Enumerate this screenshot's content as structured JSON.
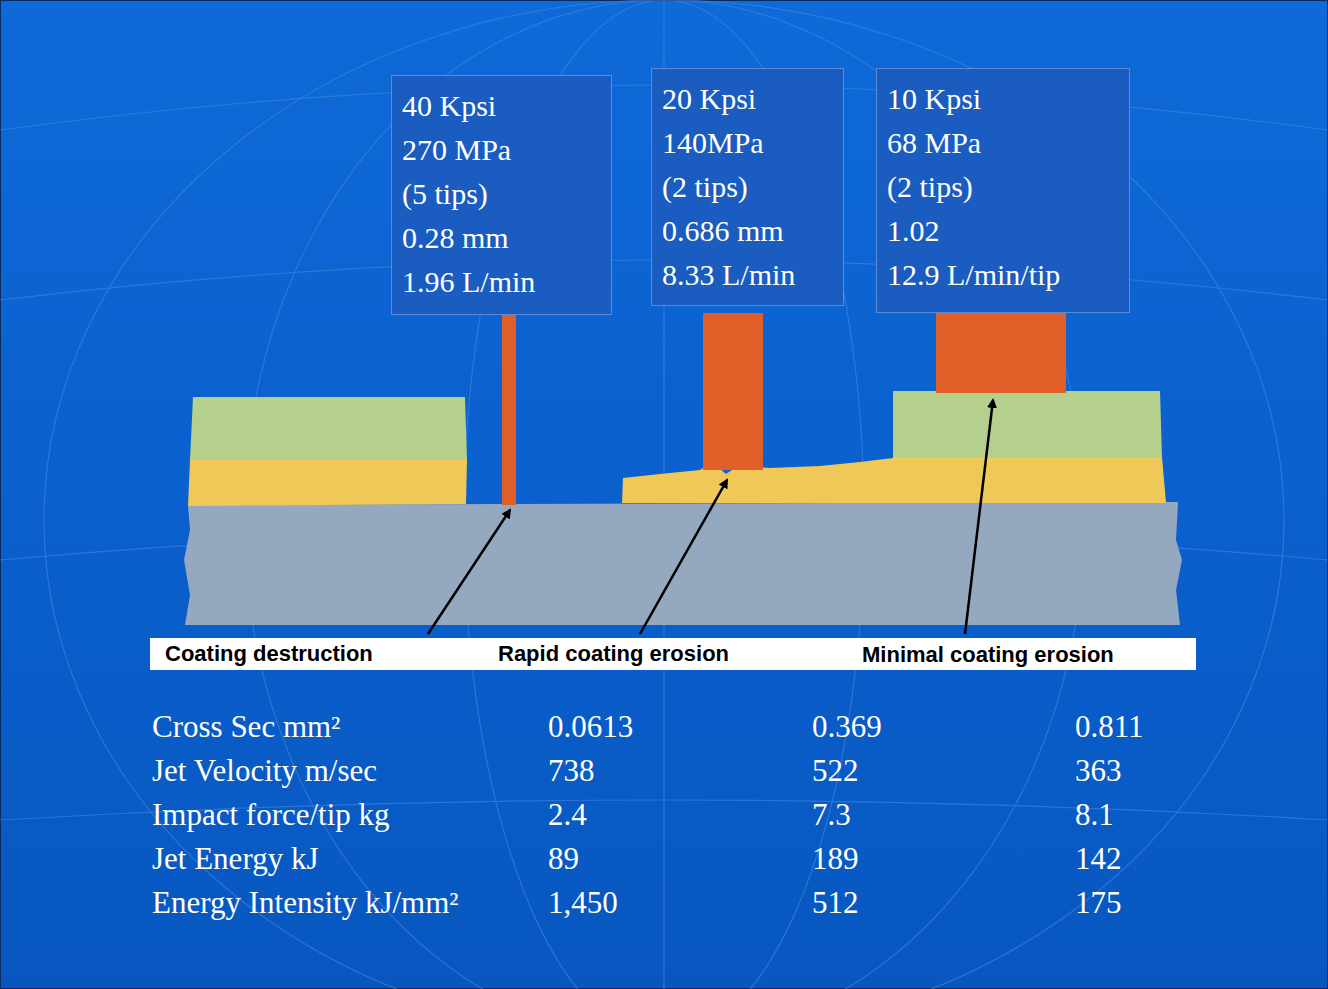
{
  "diagram": {
    "nodes": [
      {
        "text": [
          "40 Kpsi",
          "270 MPa",
          "(5 tips)",
          "0.28 mm",
          "1.96 L/min"
        ]
      },
      {
        "text": [
          "20 Kpsi",
          "140MPa",
          "(2 tips)",
          "0.686 mm",
          "8.33 L/min"
        ]
      },
      {
        "text": [
          "10 Kpsi",
          "68 MPa",
          "(2 tips)",
          "1.02",
          "12.9 L/min/tip"
        ]
      }
    ],
    "labels": [
      "Coating destruction",
      "Rapid coating erosion",
      "Minimal coating erosion",
      "Cross Sec mm²",
      "0.0613",
      "0.369",
      "0.811",
      "Jet Velocity m/sec",
      "738",
      "522",
      "363",
      "Impact force/tip kg",
      "2.4",
      "7.3",
      "8.1",
      "Jet Energy kJ",
      "89",
      "189",
      "142",
      "Energy Intensity kJ/mm²",
      "1,450",
      "512",
      "175"
    ]
  }
}
